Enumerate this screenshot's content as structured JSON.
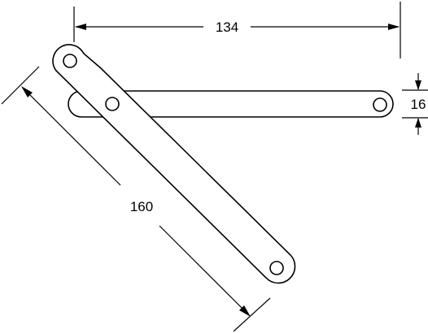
{
  "dimensions": {
    "horizontal_length": "134",
    "diagonal_length": "160",
    "bar_width": "16"
  },
  "colors": {
    "line": "#000000",
    "background": "#ffffff"
  }
}
